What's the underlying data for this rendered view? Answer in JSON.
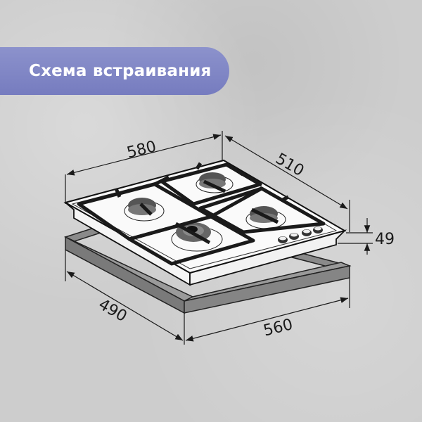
{
  "banner": {
    "title": "Схема встраивания",
    "color": "#7e84c5"
  },
  "diagram": {
    "subject": "gas-hob-4-burners",
    "dimensions": {
      "width_top": "580",
      "depth_top": "510",
      "height": "49",
      "cutout_depth": "490",
      "cutout_width": "560"
    },
    "burners": 4,
    "knobs": 4
  }
}
